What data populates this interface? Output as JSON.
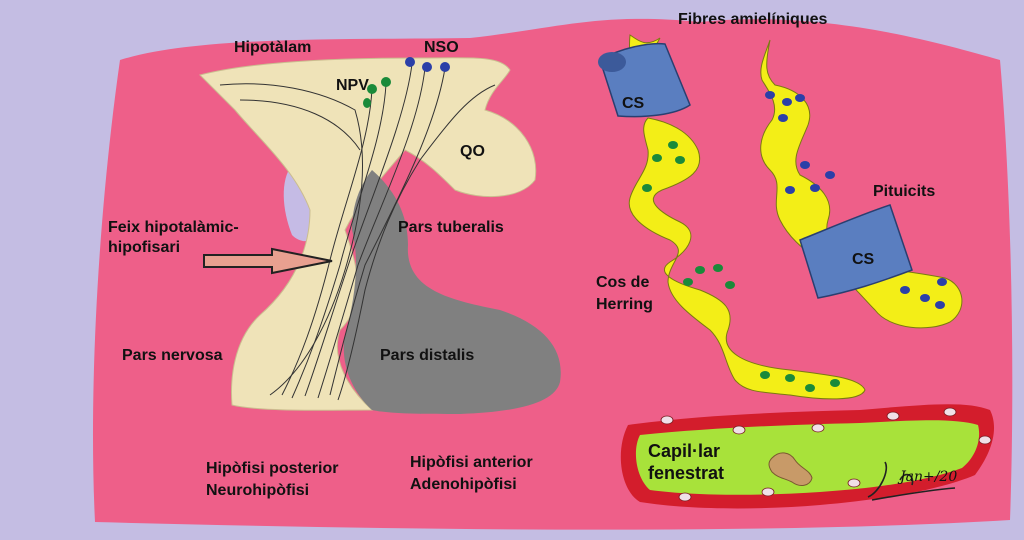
{
  "colors": {
    "background": "#c4bde3",
    "tissue": "#ee5f89",
    "neurohypophysis": "#efe3b8",
    "adenohypophysis": "#808080",
    "axon_yellow": "#f3ee17",
    "capillary_sleeve": "#4a6fb0",
    "nsp_nucleus": "#1a8a3a",
    "nso_nucleus": "#2b3fa8",
    "capillary_lumen": "#a8e23a",
    "capillary_wall": "#d31d2c"
  },
  "labels": {
    "hipotalam": "Hipotàlam",
    "nso": "NSO",
    "npv": "NPV",
    "qo": "QO",
    "feix": "Feix hipotalàmic-\nhipofisari",
    "pars_tuberalis": "Pars tuberalis",
    "pars_nervosa": "Pars nervosa",
    "pars_distalis": "Pars distalis",
    "hipofisi_posterior": "Hipòfisi  posterior\nNeurohipòfisi",
    "hipofisi_anterior": "Hipòfisi   anterior\nAdenohipòfisi",
    "fibres": "Fibres amielíniques",
    "cs_top": "CS",
    "cs_right": "CS",
    "cos_herring": "Cos de\nHerring",
    "pituicits": "Pituicits",
    "capillar": "Capil·lar\nfenestrat",
    "signature": "Jan+/20"
  },
  "icons": {
    "arrow": "right-arrow-icon"
  }
}
